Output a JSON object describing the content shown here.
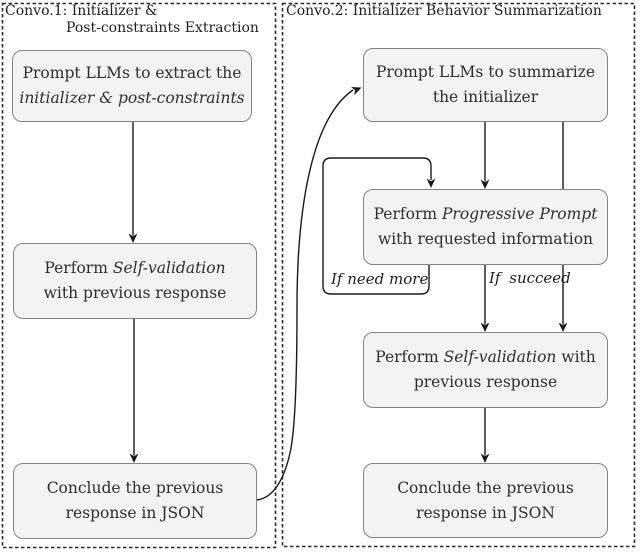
{
  "figure": {
    "panels": {
      "convo1": {
        "title_line1": "Convo.1: Initializer &",
        "title_line2": "Post-constraints Extraction"
      },
      "convo2": {
        "title": "Convo.2: Initializer Behavior Summarization"
      }
    },
    "nodes": {
      "extract": {
        "l1a": "Prompt LLMs to extract the",
        "l2a": "initializer & post-constraints"
      },
      "selfval1": {
        "l1a": "Perform ",
        "l1b": "Self-validation",
        "l2a": "with previous response"
      },
      "conclude1": {
        "l1a": "Conclude the previous",
        "l2a": "response in JSON"
      },
      "summarize": {
        "l1a": "Prompt LLMs to summarize",
        "l2a": "the initializer"
      },
      "progressive": {
        "l1a": "Perform ",
        "l1b": "Progressive Prompt",
        "l2a": "with requested information"
      },
      "selfval2": {
        "l1a": "Perform ",
        "l1b": "Self-validation",
        "l1c": " with",
        "l2a": "previous response"
      },
      "conclude2": {
        "l1a": "Conclude the previous",
        "l2a": "response in JSON"
      }
    },
    "edge_labels": {
      "need_more": "If need more",
      "succeed": "If succeed"
    },
    "colors": {
      "background": "#ffffff",
      "panel_border": "#2a2a2a",
      "node_fill": "#f3f3f3",
      "node_border": "#848484",
      "line": "#1a1a1a",
      "text": "#2e2e2e"
    }
  }
}
